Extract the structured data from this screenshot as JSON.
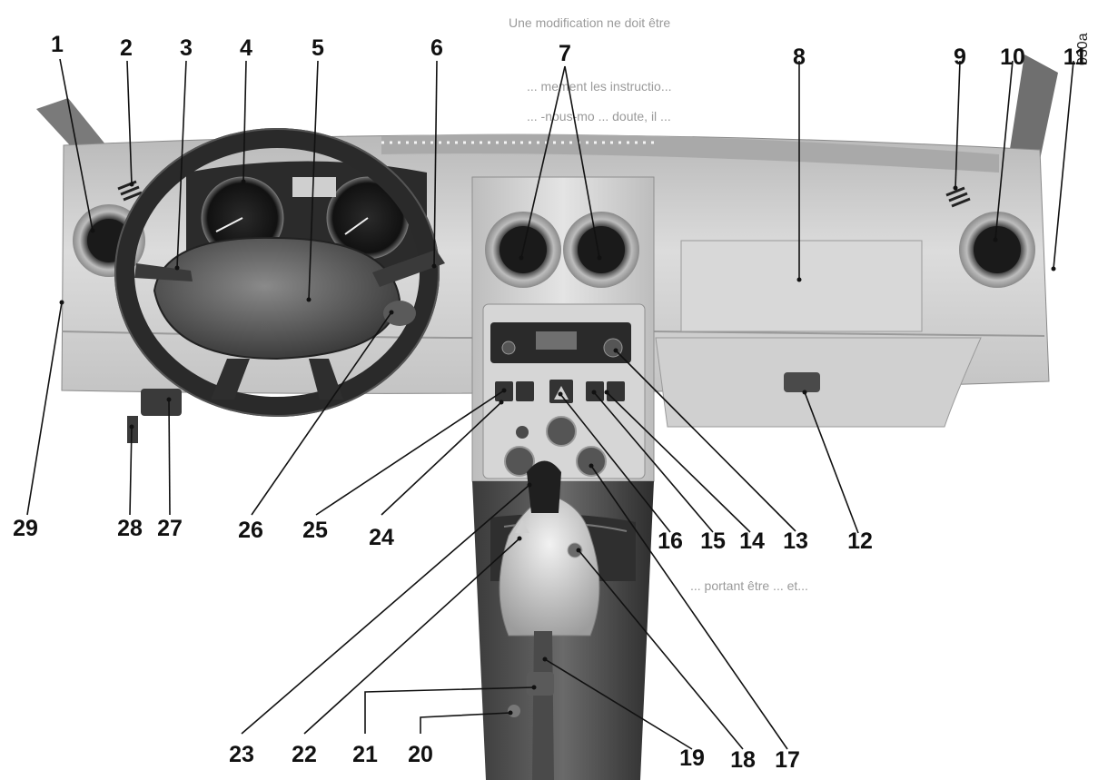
{
  "figure_code": "030a",
  "background_text": [
    "Une modification ne doit être",
    "... mement les instructio...",
    "... -nous-mo ... doute, il ...",
    "... portant être ... et..."
  ],
  "colors": {
    "ink": "#111111",
    "background": "#ffffff",
    "text_faint": "#9a9a9a"
  },
  "callouts": [
    {
      "num": "1"
    },
    {
      "num": "2"
    },
    {
      "num": "3"
    },
    {
      "num": "4"
    },
    {
      "num": "5"
    },
    {
      "num": "6"
    },
    {
      "num": "7"
    },
    {
      "num": "8"
    },
    {
      "num": "9"
    },
    {
      "num": "10"
    },
    {
      "num": "11"
    },
    {
      "num": "12"
    },
    {
      "num": "13"
    },
    {
      "num": "14"
    },
    {
      "num": "15"
    },
    {
      "num": "16"
    },
    {
      "num": "17"
    },
    {
      "num": "18"
    },
    {
      "num": "19"
    },
    {
      "num": "20"
    },
    {
      "num": "21"
    },
    {
      "num": "22"
    },
    {
      "num": "23"
    },
    {
      "num": "24"
    },
    {
      "num": "25"
    },
    {
      "num": "26"
    },
    {
      "num": "27"
    },
    {
      "num": "28"
    },
    {
      "num": "29"
    }
  ]
}
